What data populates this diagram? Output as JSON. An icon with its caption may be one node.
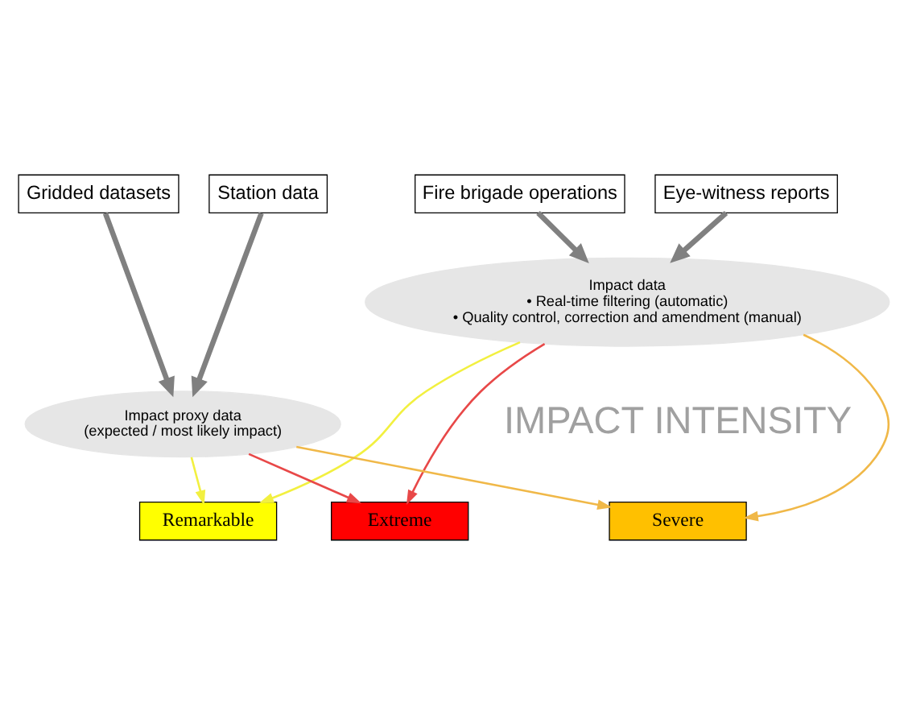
{
  "diagram": {
    "nodes": [
      {
        "text": [
          "Fire brigade operations"
        ]
      },
      {
        "text": [
          "Eye-witness reports"
        ]
      },
      {
        "text": [
          "Station data"
        ]
      },
      {
        "text": [
          "Gridded datasets"
        ]
      },
      {
        "text": [
          "Impact data",
          "• Real-time filtering (automatic)",
          "• Quality control, correction and amendment (manual)"
        ]
      },
      {
        "text": [
          "Impact proxy data",
          "(expected / most likely impact)"
        ]
      },
      {
        "text": [
          "Remarkable"
        ]
      },
      {
        "text": [
          "Severe"
        ]
      },
      {
        "text": [
          "Extreme"
        ]
      }
    ],
    "edges": [
      {
        "from": 0,
        "to": 4,
        "arrow": "to",
        "style": "thick",
        "color": "#808080"
      },
      {
        "from": 1,
        "to": 4,
        "arrow": "to",
        "style": "thick",
        "color": "#808080"
      },
      {
        "from": 2,
        "to": 5,
        "arrow": "to",
        "style": "thick",
        "color": "#808080"
      },
      {
        "from": 3,
        "to": 5,
        "arrow": "to",
        "style": "thick",
        "color": "#808080"
      },
      {
        "from": 4,
        "to": 6,
        "arrow": "to",
        "color": "#f2f040"
      },
      {
        "from": 4,
        "to": 7,
        "arrow": "to",
        "color": "#f0b848"
      },
      {
        "from": 4,
        "to": 8,
        "arrow": "to",
        "color": "#e84848"
      },
      {
        "from": 5,
        "to": 6,
        "arrow": "to",
        "color": "#f2f040"
      },
      {
        "from": 5,
        "to": 7,
        "arrow": "to",
        "color": "#f0b848"
      },
      {
        "from": 5,
        "to": 8,
        "arrow": "to",
        "color": "#e84848"
      }
    ],
    "labels": [
      "IMPACT INTENSITY"
    ]
  }
}
